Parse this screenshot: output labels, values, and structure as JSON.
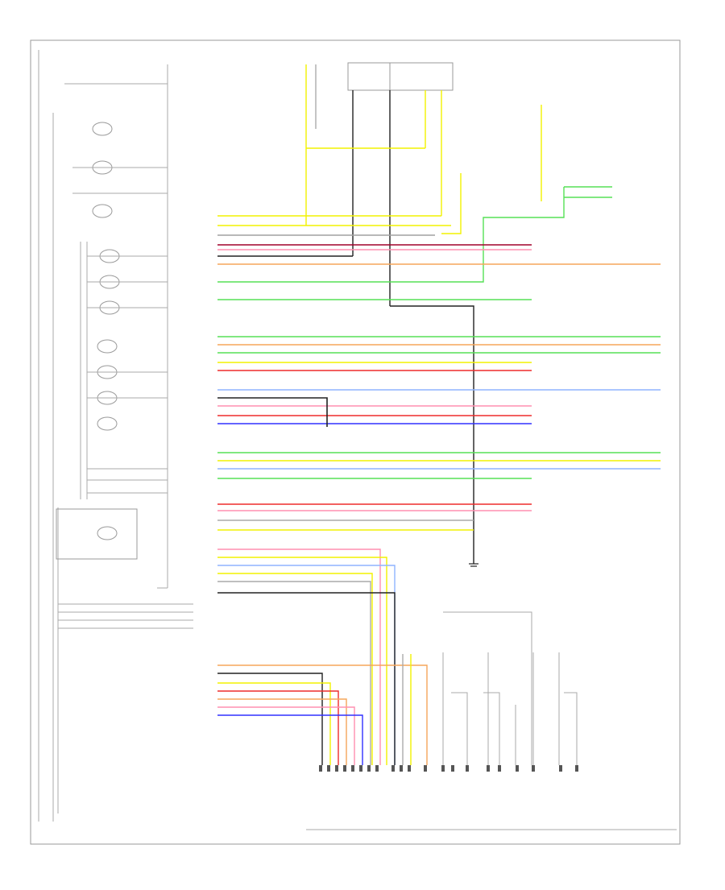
{
  "diagram": {
    "footer": {
      "sheet_label": "",
      "page_code": ""
    },
    "wire_colors": {
      "yellow": "#f2f200",
      "pink": "#ff8fb0",
      "red": "#ee2b2b",
      "dark_red": "#a0002a",
      "orange": "#f6a55a",
      "light_green": "#56e056",
      "green": "#2fbf2f",
      "blue": "#3030ff",
      "light_blue": "#8fb4ff",
      "black": "#222222",
      "gray": "#9a9a9a",
      "tan": "#d9c08a"
    },
    "components": [
      {
        "id": "body-connector-block",
        "kind": "connector",
        "label": ""
      },
      {
        "id": "fuse-box-top",
        "kind": "fuse",
        "label": ""
      },
      {
        "id": "power-distribution",
        "kind": "module",
        "label": ""
      },
      {
        "id": "combination-meter",
        "kind": "module",
        "label": ""
      },
      {
        "id": "ground-point",
        "kind": "ground",
        "label": ""
      }
    ]
  }
}
